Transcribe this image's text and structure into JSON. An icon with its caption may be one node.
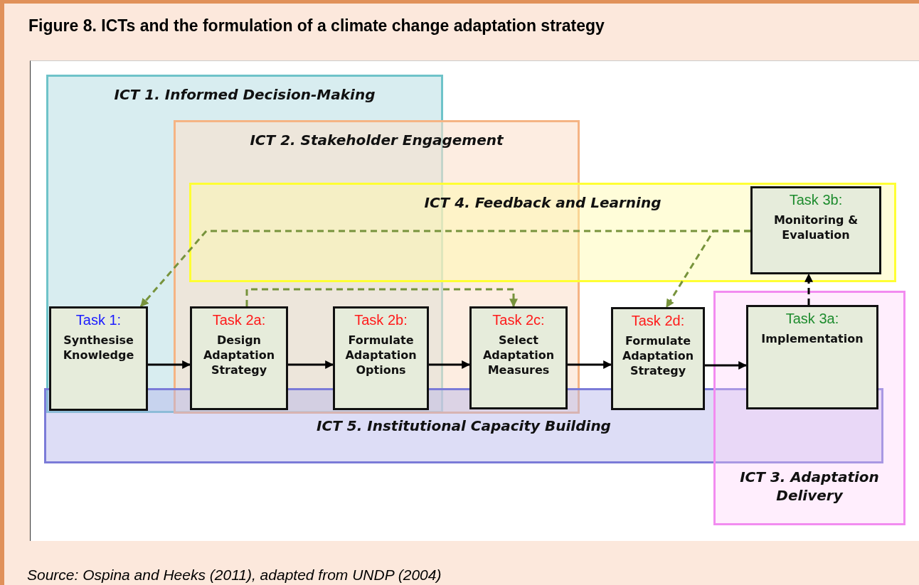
{
  "diagram": {
    "title": "Figure 8. ICTs and the formulation of a climate change adaptation strategy",
    "caption": "Source: Ospina and Heeks (2011), adapted from UNDP (2004)",
    "nodes": [
      {
        "text": [
          "ICT 1. Informed Decision-Making"
        ]
      },
      {
        "text": [
          "ICT 2. Stakeholder Engagement"
        ]
      },
      {
        "text": [
          "ICT 4. Feedback and Learning"
        ]
      },
      {
        "text": [
          "Task 3b:",
          "Monitoring & Evaluation"
        ],
        "in": 2
      },
      {
        "text": [
          "Task 1:",
          "Synthesise Knowledge"
        ],
        "in": 0
      },
      {
        "text": [
          "Task 2a:",
          "Design Adaptation Strategy"
        ]
      },
      {
        "text": [
          "Task 2b:",
          "Formulate Adaptation Options"
        ]
      },
      {
        "text": [
          "Task 2c:",
          "Select Adaptation Measures"
        ],
        "in": 1
      },
      {
        "text": [
          "Task 2d:",
          "Formulate Adaptation Strategy"
        ]
      },
      {
        "text": [
          "Task 3a:",
          "Implementation"
        ],
        "in": 11
      },
      {
        "text": [
          "ICT 5. Institutional Capacity Building"
        ]
      },
      {
        "text": [
          "ICT 3. Adaptation Delivery"
        ]
      }
    ],
    "edges": [
      {
        "from": 4,
        "to": 5,
        "arrow": "to"
      },
      {
        "from": 5,
        "to": 6,
        "arrow": "to"
      },
      {
        "from": 6,
        "to": 7,
        "arrow": "to"
      },
      {
        "from": 7,
        "to": 8,
        "arrow": "to"
      },
      {
        "from": 8,
        "to": 9,
        "arrow": "to"
      },
      {
        "from": 9,
        "to": 3,
        "arrow": "to",
        "style": "dashed"
      },
      {
        "from": 3,
        "to": 4,
        "arrow": "to",
        "style": "dashed",
        "color": "#77933c"
      },
      {
        "from": 3,
        "to": 8,
        "arrow": "to",
        "style": "dashed",
        "color": "#77933c"
      },
      {
        "from": 5,
        "to": 7,
        "arrow": "to",
        "style": "dashed",
        "color": "#77933c"
      }
    ]
  }
}
